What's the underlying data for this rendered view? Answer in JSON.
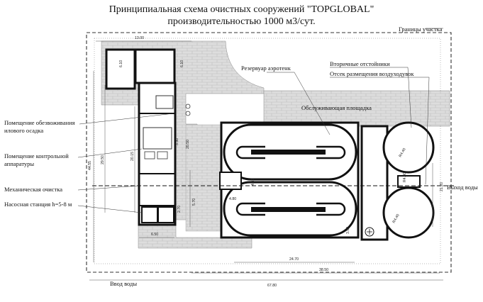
{
  "title": {
    "line1": "Принципиальная  схема очистных  сооружений \"TOPGLOBAL\"",
    "line2": "производительностью  1000 м3/сут."
  },
  "labels": {
    "site_boundary": "Границы участка",
    "aerotank": "Резервуар аэротенк",
    "secondary_clarifiers": "Вторичные отстойники",
    "blower_room": "Отсек размещения воздуходувок",
    "service_area": "Обслуживающая площадка",
    "sludge_dewatering_1": "Помещение обезвоживания",
    "sludge_dewatering_2": "илового осадка",
    "control_room_1": "Помещение контрольной",
    "control_room_2": "аппаратуры",
    "mechanical_treatment": "Механическая очистка",
    "pump_station": "Насосная станция h=5-8 м",
    "water_inlet": "Ввод воды",
    "water_outlet": "Выход воды"
  },
  "dimensions": {
    "d_13_00": "13.00",
    "d_6_10_a": "6.10",
    "d_6_10_b": "6.10",
    "d_44_55": "44.55",
    "d_29_50": "29.50",
    "d_20_15": "20.15",
    "d_20_50": "20.50",
    "d_4_30": "4.30",
    "d_4_80": "4.80",
    "d_21_20": "21.20",
    "d_r4_40_a": "R4.40",
    "d_r4_40_b": "R4.40",
    "d_r4_40_c": "R4.40",
    "d_24_70": "24.70",
    "d_38_50": "38.50",
    "d_67_80": "67.80",
    "d_6_50": "6.50",
    "d_3_50": "3.50",
    "d_2_70": "2.70",
    "d_3_30": "3.30",
    "d_5_70": "5.70"
  },
  "colors": {
    "paving": "#dcdcdc",
    "walls": "#111111",
    "tank_fill": "#e9e9e9",
    "background": "#ffffff"
  }
}
